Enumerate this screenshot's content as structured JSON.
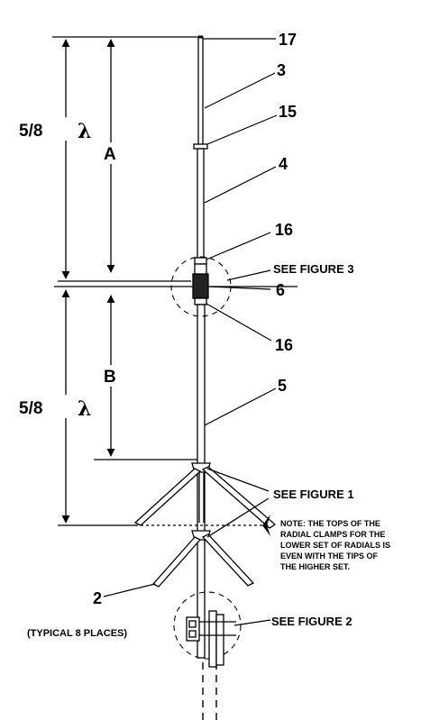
{
  "diagram": {
    "parts": {
      "p17": "17",
      "p3": "3",
      "p15": "15",
      "p4": "4",
      "p16_upper": "16",
      "p6": "6",
      "p16_lower": "16",
      "p5": "5",
      "p2": "2"
    },
    "dimensions": {
      "upper_wavelength": "5/8",
      "lower_wavelength": "5/8",
      "lambda_symbol": "λ",
      "dim_a": "A",
      "dim_b": "B"
    },
    "references": {
      "figure3": "SEE FIGURE 3",
      "figure1": "SEE FIGURE 1",
      "figure2": "SEE FIGURE 2",
      "typical": "(TYPICAL 8 PLACES)"
    },
    "note_lines": [
      "NOTE: THE TOPS OF THE",
      "RADIAL CLAMPS FOR THE",
      "LOWER SET OF RADIALS IS",
      "EVEN WITH THE TIPS OF",
      "THE HIGHER SET."
    ]
  }
}
